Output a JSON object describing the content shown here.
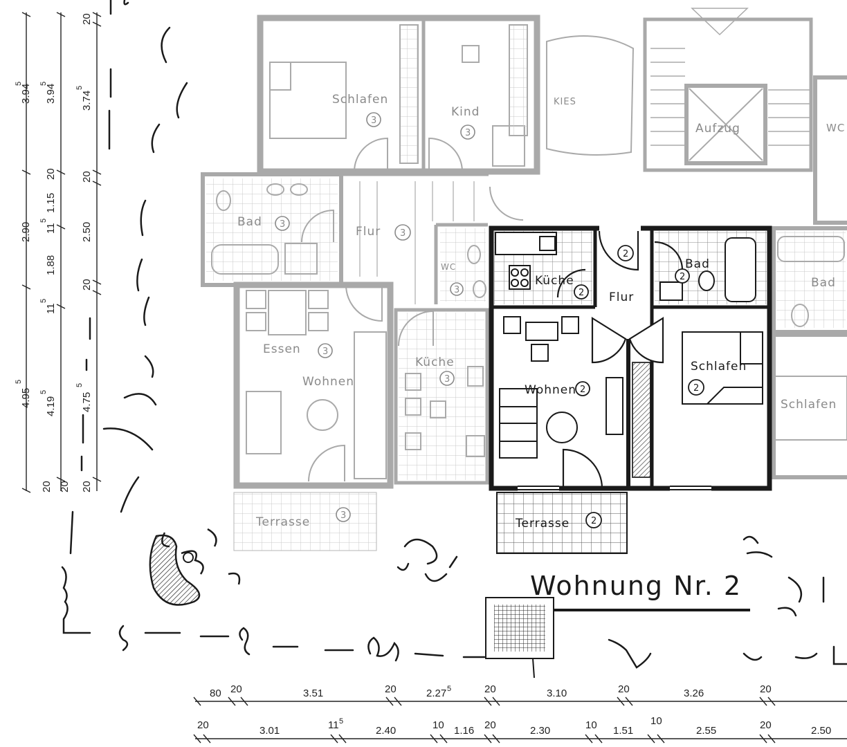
{
  "plan_title": "Wohnung Nr. 2",
  "rooms_grey": {
    "schlafen_top": "Schlafen",
    "kind": "Kind",
    "kies": "KIES",
    "aufzug": "Aufzug",
    "wc_right": "WC",
    "bad_left": "Bad",
    "flur_left": "Flur",
    "wc_mid": "WC",
    "essen": "Essen",
    "wohnen_left": "Wohnen",
    "kueche_left": "Küche",
    "terrasse_left": "Terrasse",
    "bad_right": "Bad",
    "schlafen_right": "Schlafen"
  },
  "rooms_unit2": {
    "kueche": "Küche",
    "flur": "Flur",
    "bad": "Bad",
    "wohnen": "Wohnen",
    "schlafen": "Schlafen",
    "terrasse": "Terrasse"
  },
  "unit_numbers": {
    "three": "3",
    "two": "2"
  },
  "left_dims": {
    "col1": [
      "3.94",
      "2.90",
      "4.95",
      "20"
    ],
    "col1_sup": [
      "5",
      "",
      "5"
    ],
    "col2": [
      "3.94",
      "1.15",
      "1.88",
      "4.19",
      "20"
    ],
    "col2_sup": [
      "5",
      "",
      "",
      "5"
    ],
    "col2_small": [
      "20",
      "11",
      "11"
    ],
    "col2_small_sup": [
      "",
      "5",
      "5"
    ],
    "col3": [
      "20",
      "3.74",
      "20",
      "2.50",
      "20",
      "4.75",
      "20"
    ],
    "col3_sup": [
      "",
      "5",
      "",
      "",
      "",
      "5",
      ""
    ]
  },
  "bottom_dims": {
    "row1": [
      "80",
      "20",
      "3.51",
      "20",
      "2.27",
      "20",
      "3.10",
      "20",
      "3.26",
      "20"
    ],
    "row1_sup": "5",
    "row2": [
      "20",
      "3.01",
      "11",
      "2.40",
      "10",
      "1.16",
      "20",
      "2.30",
      "10",
      "1.51",
      "10",
      "2.55",
      "20",
      "2.50"
    ],
    "row2_sup": "5"
  }
}
